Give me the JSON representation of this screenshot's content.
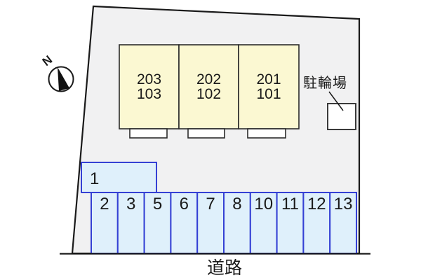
{
  "compass": {
    "label": "N"
  },
  "buildings": [
    {
      "upper": "203",
      "lower": "103"
    },
    {
      "upper": "202",
      "lower": "102"
    },
    {
      "upper": "201",
      "lower": "101"
    }
  ],
  "bicycle_parking": {
    "label": "駐輪場"
  },
  "parking": {
    "space1": "1",
    "spaces": [
      "2",
      "3",
      "5",
      "6",
      "7",
      "8",
      "10",
      "11",
      "12",
      "13"
    ]
  },
  "road_label": "道路",
  "colors": {
    "site_fill": "#f1f1f2",
    "site_outline": "#1a1a1a",
    "building_fill": "#fbf8d2",
    "building_stroke": "#2b2b2b",
    "porch_fill": "#ffffff",
    "bicycle_fill": "#ffffff",
    "bicycle_stroke": "#3a3a3a",
    "parking_fill": "#dff0fb",
    "parking_stroke": "#3440d4",
    "needle_fill": "#111111",
    "text": "#1a1a1a"
  }
}
